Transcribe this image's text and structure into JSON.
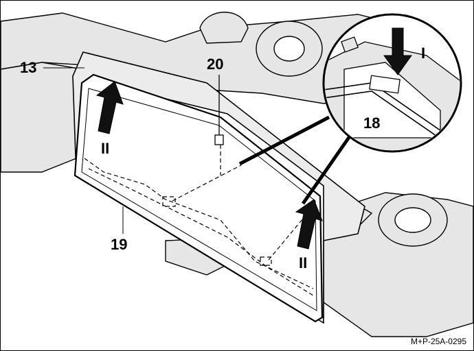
{
  "callouts": {
    "part_13": "13",
    "part_20": "20",
    "part_18": "18",
    "part_19": "19",
    "direction_i": "I",
    "direction_ii_left": "II",
    "direction_ii_right": "II"
  },
  "figure_code": "M+P-25A-0295",
  "colors": {
    "line": "#000000",
    "background_parts": "#e6e6e6",
    "highlight_part": "#ffffff",
    "arrow_fill": "#111111"
  },
  "icons": [
    "arrow-up-icon",
    "arrow-down-icon",
    "magnifier-circle-icon"
  ]
}
